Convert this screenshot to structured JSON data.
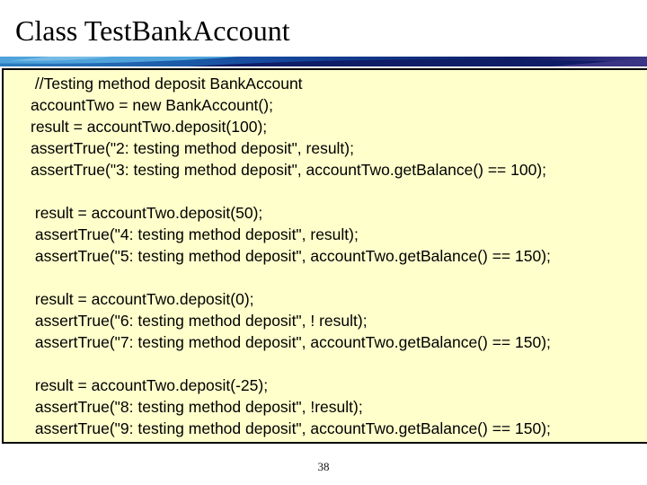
{
  "slide": {
    "title": "Class TestBankAccount",
    "page_number": "38",
    "colors": {
      "bar_blue_light": "#4fa3da",
      "bar_pale": "#7dc0e8",
      "bar_blue": "#2b7dc0",
      "bar_mid": "#14459a",
      "bar_navy": "#0f1c66",
      "bar_purple": "#3b3585",
      "content_bg": "#ffffcc",
      "content_border": "#000000",
      "text": "#000000"
    },
    "code_blocks": [
      {
        "lines": [
          " //Testing method deposit BankAccount",
          "accountTwo = new BankAccount();",
          "result = accountTwo.deposit(100);",
          "assertTrue(\"2: testing method deposit\", result);",
          "assertTrue(\"3: testing method deposit\", accountTwo.getBalance() == 100);"
        ]
      },
      {
        "lines": [
          " result = accountTwo.deposit(50);",
          " assertTrue(\"4: testing method deposit\", result);",
          " assertTrue(\"5: testing method deposit\", accountTwo.getBalance() == 150);"
        ]
      },
      {
        "lines": [
          " result = accountTwo.deposit(0);",
          " assertTrue(\"6: testing method deposit\", ! result);",
          " assertTrue(\"7: testing method deposit\", accountTwo.getBalance() == 150);"
        ]
      },
      {
        "lines": [
          " result = accountTwo.deposit(-25);",
          " assertTrue(\"8: testing method deposit\", !result);",
          " assertTrue(\"9: testing method deposit\", accountTwo.getBalance() == 150);"
        ]
      }
    ]
  }
}
